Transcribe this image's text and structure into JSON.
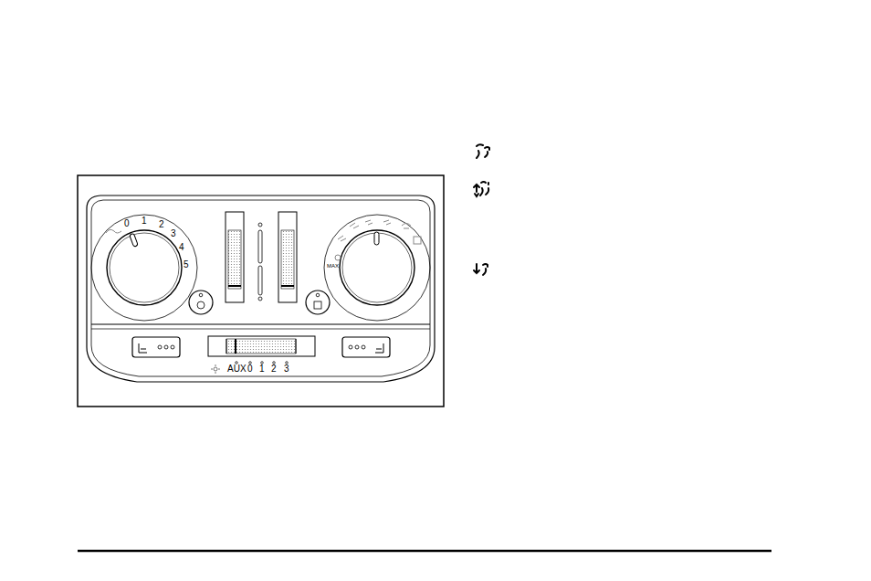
{
  "diagram": {
    "labels": [
      "0",
      "1",
      "2",
      "3",
      "4",
      "5",
      "MAX",
      "AUX",
      "0",
      "1",
      "2",
      "3"
    ]
  }
}
